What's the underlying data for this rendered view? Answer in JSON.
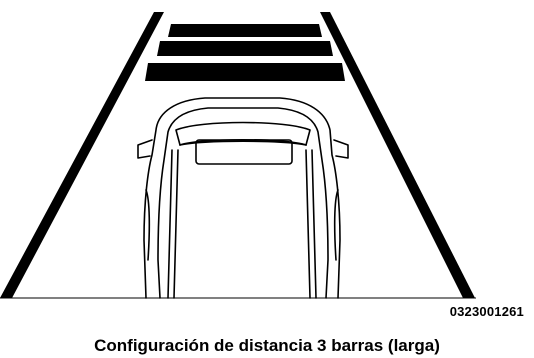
{
  "figure": {
    "code": "0323001261",
    "caption": "Configuración de distancia 3 barras (larga)",
    "distance_bars": 3
  },
  "colors": {
    "ink": "#000000",
    "paper": "#ffffff"
  }
}
